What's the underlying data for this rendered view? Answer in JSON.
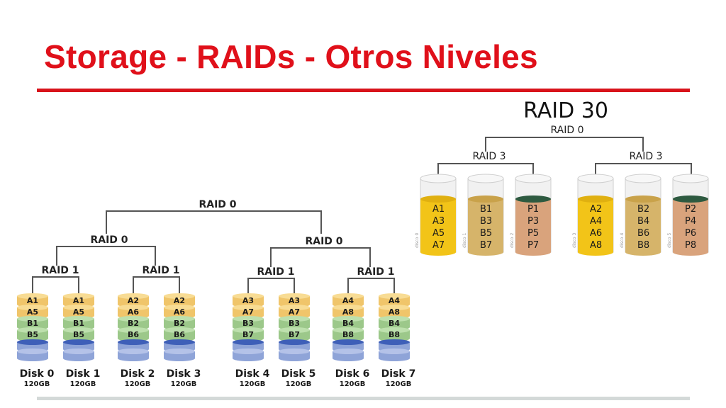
{
  "title": "Storage - RAIDs - Otros Niveles",
  "raid30": {
    "heading": "RAID 30",
    "top_label": "RAID 0",
    "groups": [
      {
        "label": "RAID 3",
        "disks": [
          {
            "side": "disco 0",
            "blocks": [
              "A1",
              "A3",
              "A5",
              "A7"
            ],
            "kind": "data"
          },
          {
            "side": "disco 1",
            "blocks": [
              "B1",
              "B3",
              "B5",
              "B7"
            ],
            "kind": "data2"
          },
          {
            "side": "disco 2",
            "blocks": [
              "P1",
              "P3",
              "P5",
              "P7"
            ],
            "kind": "parity"
          }
        ]
      },
      {
        "label": "RAID 3",
        "disks": [
          {
            "side": "disco 3",
            "blocks": [
              "A2",
              "A4",
              "A6",
              "A8"
            ],
            "kind": "data"
          },
          {
            "side": "disco 4",
            "blocks": [
              "B2",
              "B4",
              "B6",
              "B8"
            ],
            "kind": "data2"
          },
          {
            "side": "disco 5",
            "blocks": [
              "P2",
              "P4",
              "P6",
              "P8"
            ],
            "kind": "parity"
          }
        ]
      }
    ]
  },
  "raid100": {
    "top_label": "RAID 0",
    "mid_labels": [
      "RAID 0",
      "RAID 0"
    ],
    "pair_labels": [
      "RAID 1",
      "RAID 1",
      "RAID 1",
      "RAID 1"
    ],
    "disks": [
      {
        "name": "Disk 0",
        "size": "120GB",
        "blocks": [
          "A1",
          "A5",
          "B1",
          "B5"
        ]
      },
      {
        "name": "Disk 1",
        "size": "120GB",
        "blocks": [
          "A1",
          "A5",
          "B1",
          "B5"
        ]
      },
      {
        "name": "Disk 2",
        "size": "120GB",
        "blocks": [
          "A2",
          "A6",
          "B2",
          "B6"
        ]
      },
      {
        "name": "Disk 3",
        "size": "120GB",
        "blocks": [
          "A2",
          "A6",
          "B2",
          "B6"
        ]
      },
      {
        "name": "Disk 4",
        "size": "120GB",
        "blocks": [
          "A3",
          "A7",
          "B3",
          "B7"
        ]
      },
      {
        "name": "Disk 5",
        "size": "120GB",
        "blocks": [
          "A3",
          "A7",
          "B3",
          "B7"
        ]
      },
      {
        "name": "Disk 6",
        "size": "120GB",
        "blocks": [
          "A4",
          "A8",
          "B4",
          "B8"
        ]
      },
      {
        "name": "Disk 7",
        "size": "120GB",
        "blocks": [
          "A4",
          "A8",
          "B4",
          "B8"
        ]
      }
    ]
  },
  "colors": {
    "title": "#e0101a",
    "rule": "#d8131b",
    "connector": "#555555",
    "yellow": "#f2c418",
    "tan": "#d6b46a",
    "parity": "#d9a37c",
    "ring_orange": "#f0c56a",
    "ring_green": "#9cc88a",
    "ring_blue": "#8fa4d8"
  }
}
